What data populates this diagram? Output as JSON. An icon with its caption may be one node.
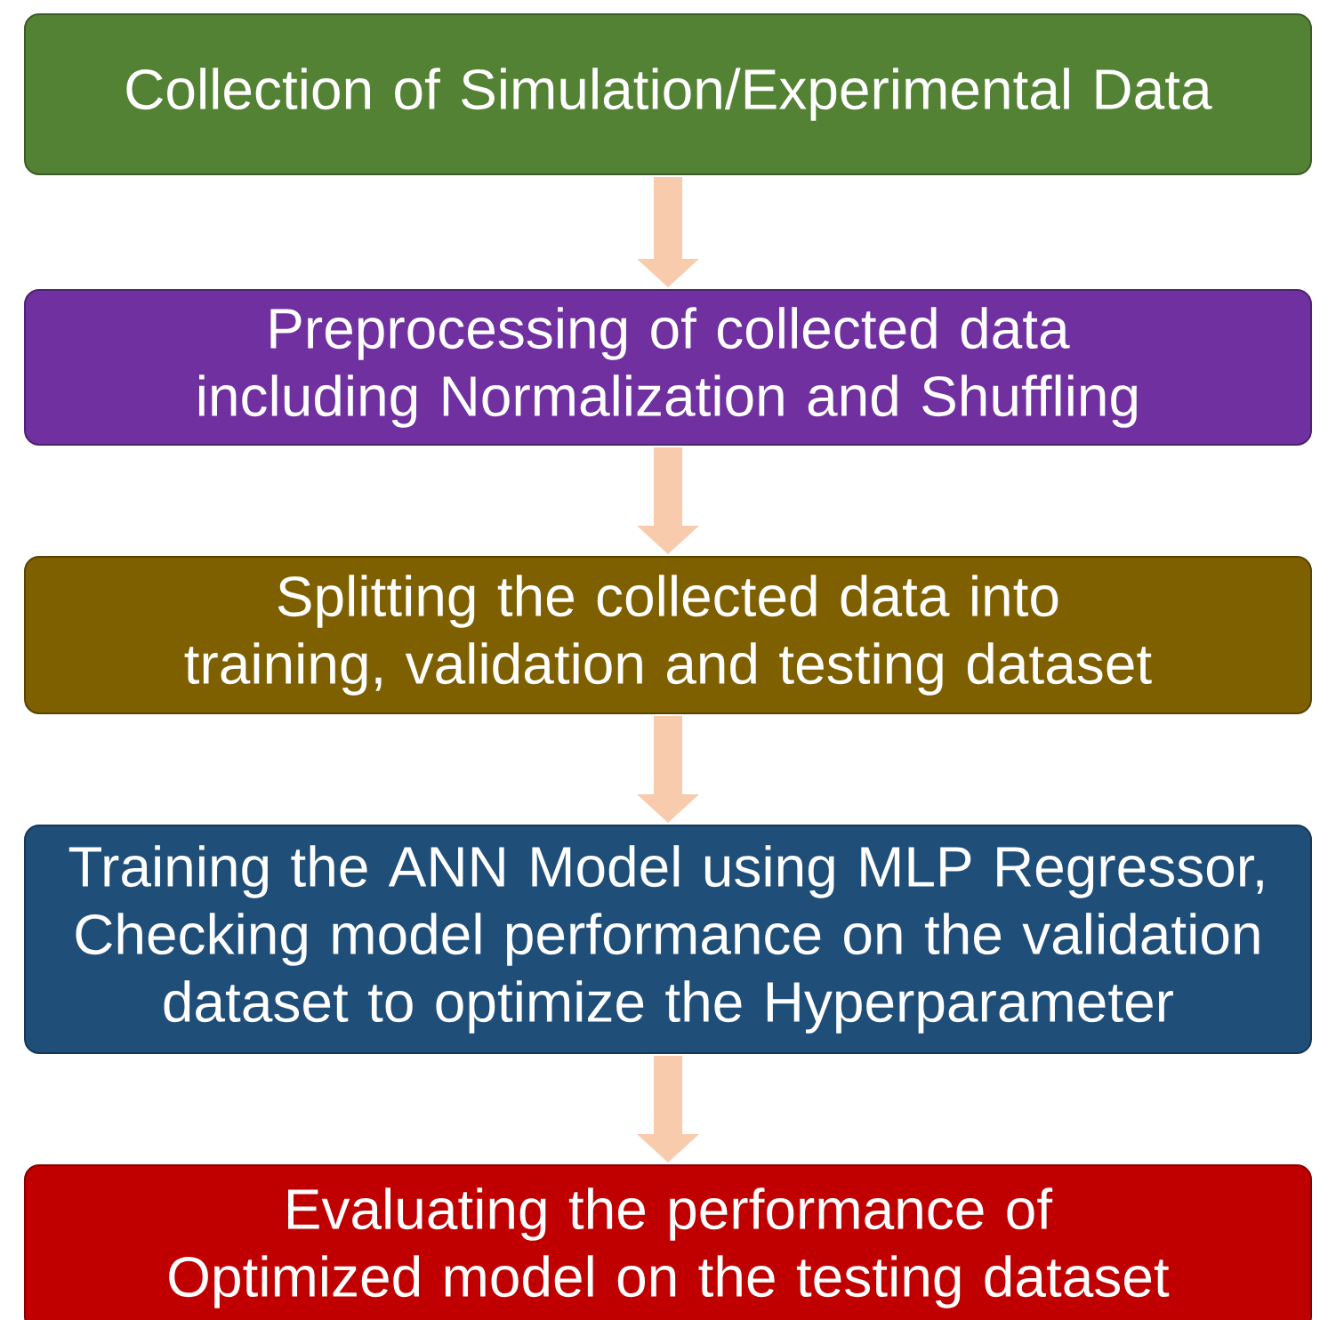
{
  "diagram": {
    "nodes": [
      {
        "text": [
          "Collection of Simulation/Experimental Data"
        ]
      },
      {
        "text": [
          "Preprocessing of collected data including Normalization and Shuffling"
        ]
      },
      {
        "text": [
          "Splitting the collected data into training, validation and testing dataset"
        ]
      },
      {
        "text": [
          "Training the ANN Model using MLP Regressor, Checking model performance on the validation dataset to optimize the Hyperparameter"
        ]
      },
      {
        "text": [
          "Evaluating the performance of Optimized model on the testing dataset"
        ]
      }
    ],
    "edges": [
      {
        "from": 0,
        "to": 1,
        "arrow": "to"
      },
      {
        "from": 1,
        "to": 2,
        "arrow": "to"
      },
      {
        "from": 2,
        "to": 3,
        "arrow": "to"
      },
      {
        "from": 3,
        "to": 4,
        "arrow": "to"
      }
    ]
  }
}
